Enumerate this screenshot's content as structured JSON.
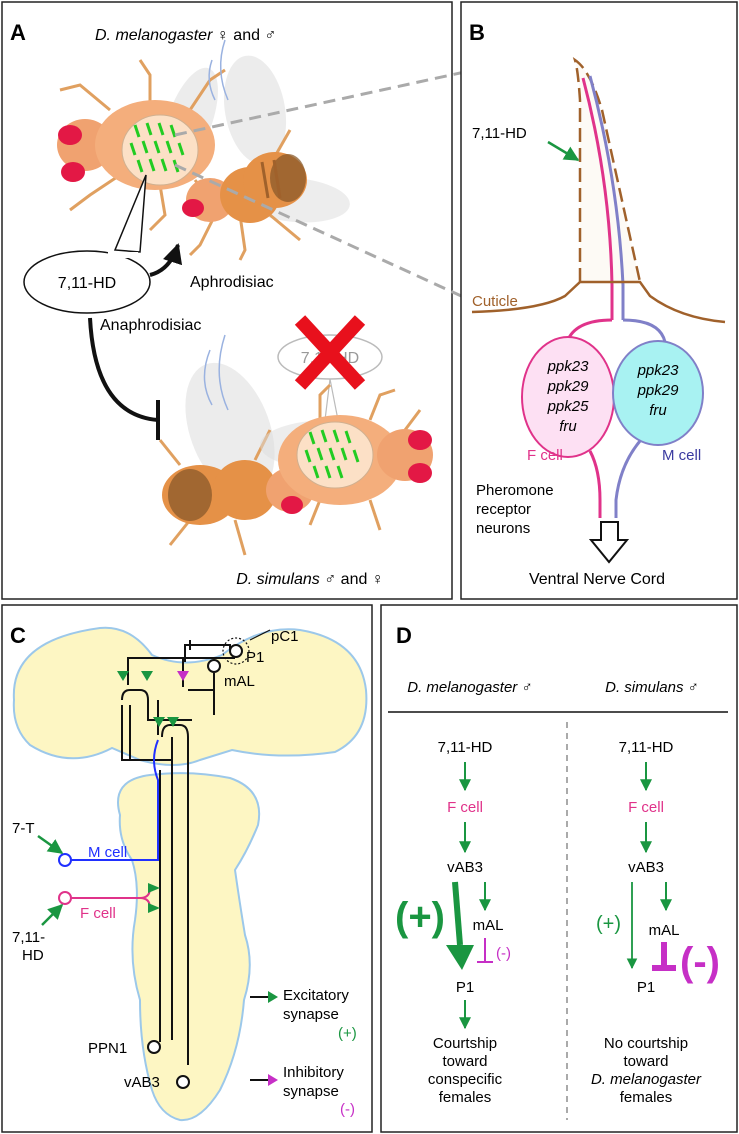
{
  "panelA": {
    "label": "A",
    "title_species": "D. melanogaster",
    "title_rest": "♀ and ♂",
    "pheromone": "7,11-HD",
    "aphrodisiac": "Aphrodisiac",
    "anaphrodisiac": "Anaphrodisiac",
    "crossed_bubble": "7,11-HD",
    "bottom_species": "D. simulans",
    "bottom_rest": "♂ and ♀"
  },
  "panelB": {
    "label": "B",
    "pheromone": "7,11-HD",
    "cuticle": "Cuticle",
    "fcell_genes": [
      "ppk23",
      "ppk29",
      "ppk25",
      "fru"
    ],
    "mcell_genes": [
      "ppk23",
      "ppk29",
      "fru"
    ],
    "fcell_label": "F cell",
    "mcell_label": "M cell",
    "neurons": [
      "Pheromone",
      "receptor",
      "neurons"
    ],
    "vnc": "Ventral Nerve Cord"
  },
  "panelC": {
    "label": "C",
    "pc1": "pC1",
    "p1": "P1",
    "mal": "mAL",
    "seven_t": "7-T",
    "mcell": "M cell",
    "fcell": "F cell",
    "hd_line1": "7,11-",
    "hd_line2": "HD",
    "ppn1": "PPN1",
    "vab3": "vAB3",
    "exc1": "Excitatory",
    "exc2": "synapse",
    "exc_sign": "(+)",
    "inh1": "Inhibitory",
    "inh2": "synapse",
    "inh_sign": "(-)"
  },
  "panelD": {
    "label": "D",
    "left_species": "D. melanogaster",
    "left_sex": "♂",
    "right_species": "D. simulans",
    "right_sex": "♂",
    "hd": "7,11-HD",
    "fcell": "F cell",
    "vab3": "vAB3",
    "mal": "mAL",
    "p1": "P1",
    "plus": "(+)",
    "minus": "(-)",
    "left_out": [
      "Courtship",
      "toward",
      "conspecific",
      "females"
    ],
    "right_out": [
      "No courtship",
      "toward",
      "D. melanogaster",
      "females"
    ]
  },
  "colors": {
    "green": "#1a9641",
    "magenta": "#e0338a",
    "purple": "#c62fc6",
    "blue": "#2030ff",
    "cuticle": "#a0612b",
    "brain": "#fdf6c3",
    "brain_edge": "#9cc8ea",
    "red": "#e8101c"
  }
}
